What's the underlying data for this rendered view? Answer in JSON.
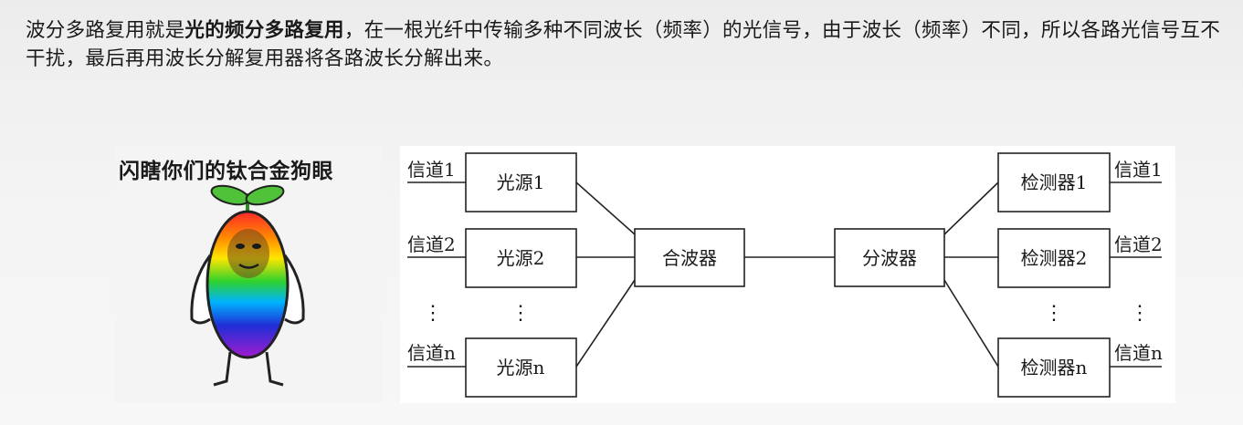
{
  "paragraph": {
    "part1": "波分多路复用就是",
    "bold": "光的频分多路复用",
    "part2": "，在一根光纤中传输多种不同波长（频率）的光信号，由于波长（频率）不同，所以各路光信号互不干扰，最后再用波长分解复用器将各路波长分解出来。"
  },
  "meme": {
    "caption": "闪瞎你们的钛合金狗眼"
  },
  "diagram": {
    "input_channels": [
      "信道1",
      "信道2",
      "信道n"
    ],
    "light_sources": [
      "光源1",
      "光源2",
      "光源n"
    ],
    "multiplexer": "合波器",
    "demultiplexer": "分波器",
    "detectors": [
      "检测器1",
      "检测器2",
      "检测器n"
    ],
    "output_channels": [
      "信道1",
      "信道2",
      "信道n"
    ],
    "ellipsis": "⋮"
  }
}
